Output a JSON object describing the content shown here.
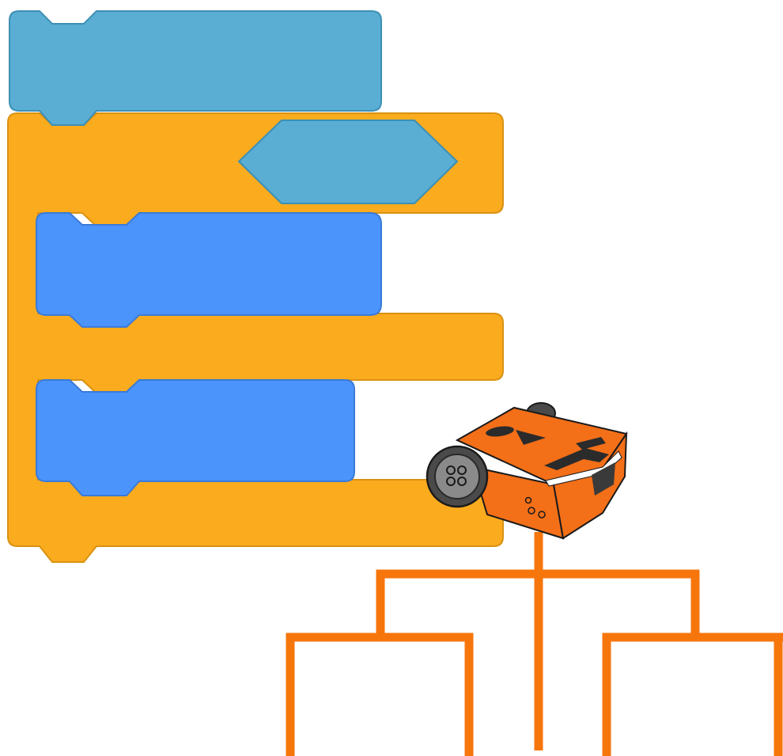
{
  "colors": {
    "background": "#ffffff",
    "event_block_fill": "#5baed3",
    "event_block_stroke": "#3d8fb4",
    "control_block_fill": "#fbab1e",
    "control_block_stroke": "#d99212",
    "condition_fill": "#5baed3",
    "condition_stroke": "#3d8fb4",
    "action_block_fill": "#4b94fc",
    "action_block_stroke": "#3a7ad8",
    "tree_line": "#f7760c",
    "robot_body": "#f36f18",
    "robot_dark": "#3a3a3a",
    "robot_wheel": "#5a5a5a"
  },
  "blocks": [
    {
      "role": "event-block",
      "label": ""
    },
    {
      "role": "if-else-block",
      "label": ""
    },
    {
      "role": "condition-slot",
      "label": ""
    },
    {
      "role": "then-action-block",
      "label": ""
    },
    {
      "role": "else-action-block",
      "label": ""
    }
  ],
  "illustration": {
    "robot": "edison-robot-icon",
    "tree": "branch-diagram"
  }
}
